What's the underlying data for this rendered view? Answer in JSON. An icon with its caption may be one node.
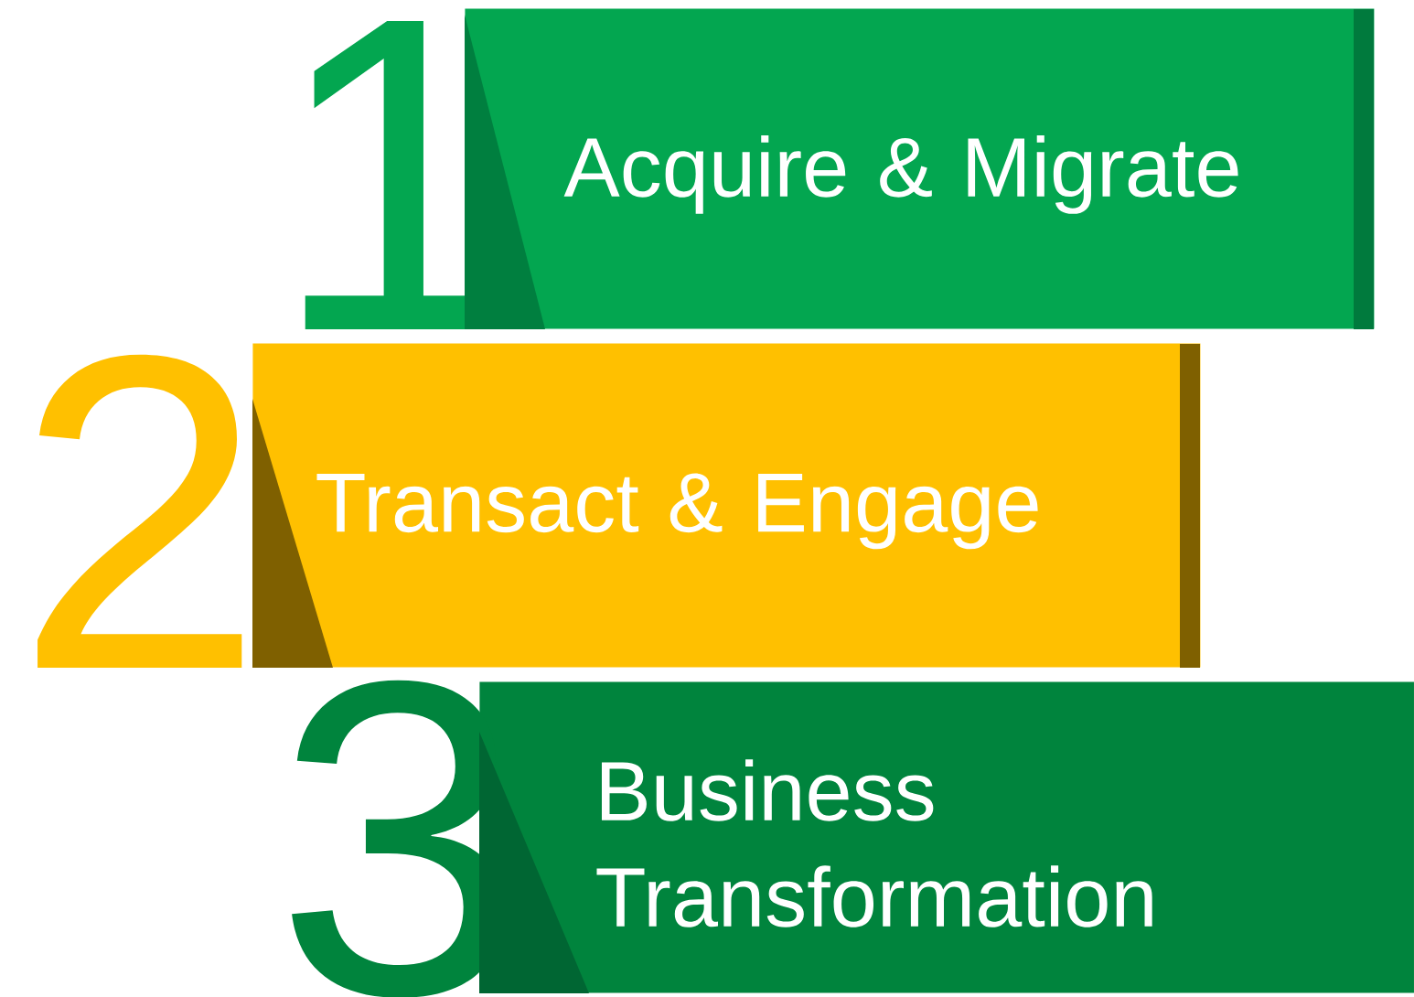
{
  "diagram": {
    "nodes": [
      {
        "text": [
          "1",
          "Acquire & Migrate"
        ]
      },
      {
        "text": [
          "2",
          "Transact & Engage"
        ]
      },
      {
        "text": [
          "3",
          "Business Transformation"
        ]
      }
    ]
  }
}
